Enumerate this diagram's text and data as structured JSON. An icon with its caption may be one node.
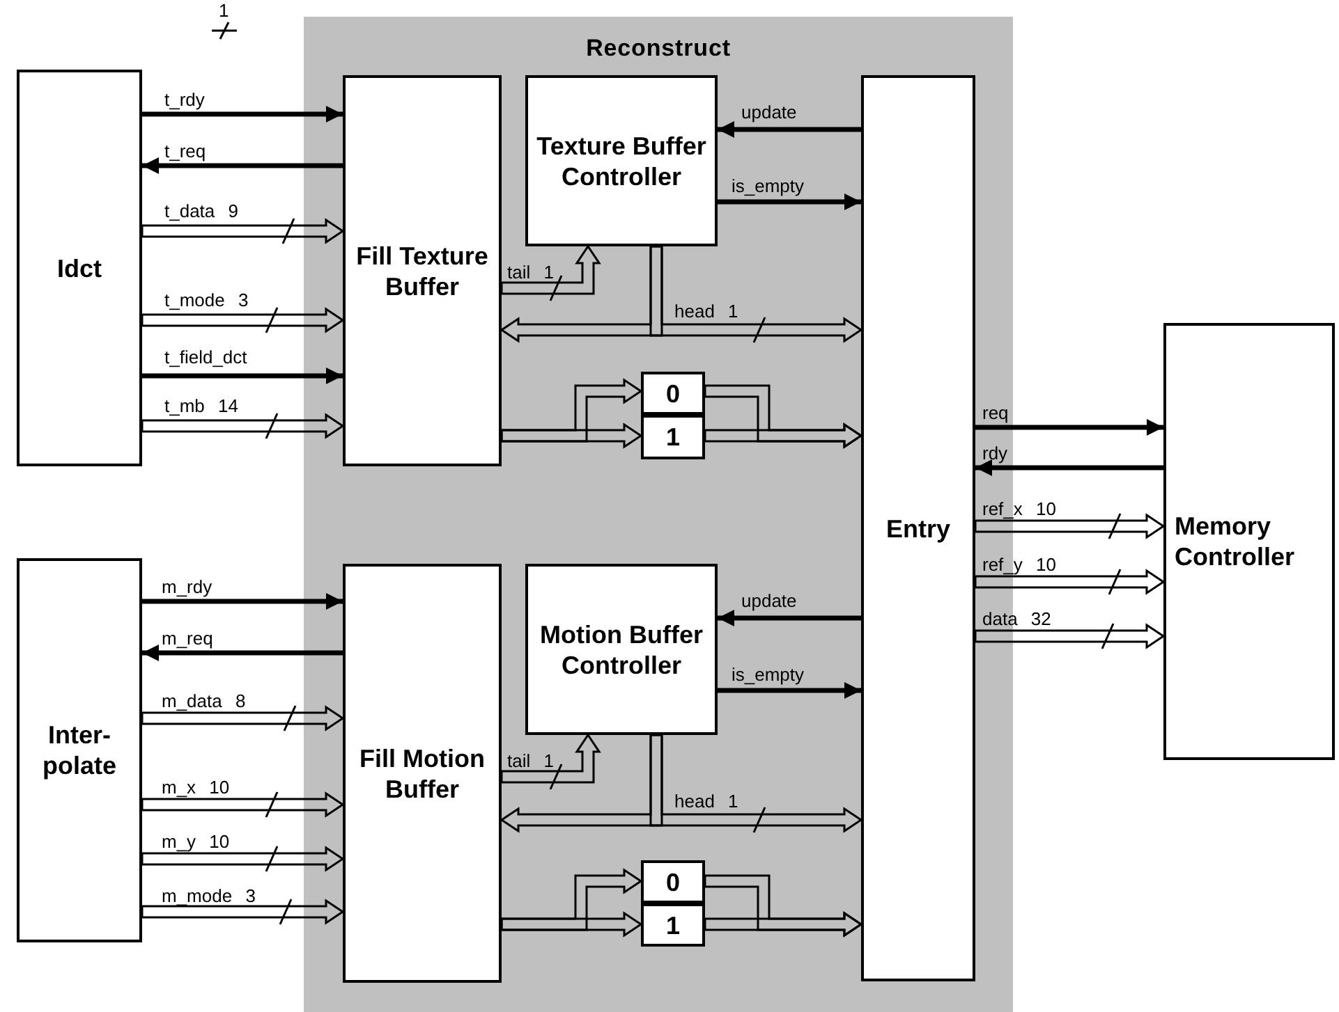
{
  "diagram": {
    "nodes": [
      {
        "text": [
          "Reconstruct"
        ]
      },
      {
        "text": [
          "Idct"
        ]
      },
      {
        "text": [
          "Fill Texture Buffer"
        ],
        "in": 0
      },
      {
        "text": [
          "Texture Buffer Controller"
        ],
        "in": 0
      },
      {
        "text": [
          "0"
        ],
        "in": 0
      },
      {
        "text": [
          "1"
        ],
        "in": 0
      },
      {
        "text": [
          "Entry"
        ],
        "in": 0
      },
      {
        "text": [
          "Memory Controller"
        ]
      },
      {
        "text": [
          "Inter- polate"
        ]
      },
      {
        "text": [
          "Fill Motion Buffer"
        ],
        "in": 0
      },
      {
        "text": [
          "Motion Buffer Controller"
        ],
        "in": 0
      },
      {
        "text": [
          "0"
        ],
        "in": 0
      },
      {
        "text": [
          "1"
        ],
        "in": 0
      }
    ],
    "edges": [
      {
        "from": 1,
        "to": 2,
        "arrow": "to",
        "label": "t_rdy"
      },
      {
        "from": 2,
        "to": 1,
        "arrow": "to",
        "label": "t_req"
      },
      {
        "from": 1,
        "to": 2,
        "arrow": "to",
        "label": "t_data 9",
        "style": "thick"
      },
      {
        "from": 1,
        "to": 2,
        "arrow": "to",
        "label": "t_mode 3",
        "style": "thick"
      },
      {
        "from": 1,
        "to": 2,
        "arrow": "to",
        "label": "t_field_dct"
      },
      {
        "from": 1,
        "to": 2,
        "arrow": "to",
        "label": "t_mb 14",
        "style": "thick"
      },
      {
        "from": 2,
        "to": 3,
        "arrow": "to",
        "label": "tail 1",
        "style": "thick"
      },
      {
        "from": 6,
        "to": 3,
        "arrow": "to",
        "label": "update"
      },
      {
        "from": 3,
        "to": 6,
        "arrow": "to",
        "label": "is_empty"
      },
      {
        "from": 3,
        "to": 2,
        "arrow": "to",
        "style": "thick"
      },
      {
        "from": 3,
        "to": 6,
        "arrow": "to",
        "label": "head 1",
        "style": "thick"
      },
      {
        "from": 2,
        "to": 4,
        "arrow": "to",
        "style": "thick"
      },
      {
        "from": 2,
        "to": 5,
        "arrow": "to",
        "style": "thick"
      },
      {
        "from": 4,
        "to": 6,
        "arrow": "to",
        "style": "thick"
      },
      {
        "from": 5,
        "to": 6,
        "arrow": "to",
        "style": "thick"
      },
      {
        "from": 6,
        "to": 7,
        "arrow": "to",
        "label": "req"
      },
      {
        "from": 7,
        "to": 6,
        "arrow": "to",
        "label": "rdy"
      },
      {
        "from": 6,
        "to": 7,
        "arrow": "to",
        "label": "ref_x 10",
        "style": "thick"
      },
      {
        "from": 6,
        "to": 7,
        "arrow": "to",
        "label": "ref_y 10",
        "style": "thick"
      },
      {
        "from": 6,
        "to": 7,
        "arrow": "to",
        "label": "data 32",
        "style": "thick"
      },
      {
        "from": 8,
        "to": 9,
        "arrow": "to",
        "label": "m_rdy"
      },
      {
        "from": 9,
        "to": 8,
        "arrow": "to",
        "label": "m_req"
      },
      {
        "from": 8,
        "to": 9,
        "arrow": "to",
        "label": "m_data 8",
        "style": "thick"
      },
      {
        "from": 8,
        "to": 9,
        "arrow": "to",
        "label": "m_x 10",
        "style": "thick"
      },
      {
        "from": 8,
        "to": 9,
        "arrow": "to",
        "label": "m_y 10",
        "style": "thick"
      },
      {
        "from": 8,
        "to": 9,
        "arrow": "to",
        "label": "m_mode 3",
        "style": "thick"
      },
      {
        "from": 9,
        "to": 10,
        "arrow": "to",
        "label": "tail 1",
        "style": "thick"
      },
      {
        "from": 6,
        "to": 10,
        "arrow": "to",
        "label": "update"
      },
      {
        "from": 10,
        "to": 6,
        "arrow": "to",
        "label": "is_empty"
      },
      {
        "from": 10,
        "to": 9,
        "arrow": "to",
        "style": "thick"
      },
      {
        "from": 10,
        "to": 6,
        "arrow": "to",
        "label": "head 1",
        "style": "thick"
      },
      {
        "from": 9,
        "to": 11,
        "arrow": "to",
        "style": "thick"
      },
      {
        "from": 9,
        "to": 12,
        "arrow": "to",
        "style": "thick"
      },
      {
        "from": 11,
        "to": 6,
        "arrow": "to",
        "style": "thick"
      },
      {
        "from": 12,
        "to": 6,
        "arrow": "to",
        "style": "thick"
      }
    ],
    "labels": [
      "1"
    ]
  }
}
